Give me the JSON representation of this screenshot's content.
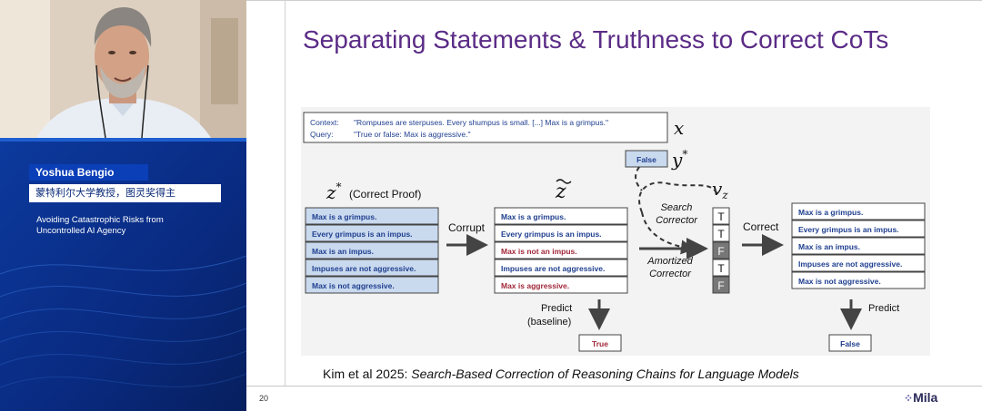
{
  "speaker": {
    "name": "Yoshua Bengio",
    "affiliation": "蒙特利尔大学教授，图灵奖得主",
    "talk_title_line1": "Avoiding Catastrophic Risks from",
    "talk_title_line2": "Uncontrolled AI Agency"
  },
  "slide": {
    "page_number": "20",
    "title": "Separating Statements & Truthness to Correct CoTs",
    "caption_prefix": "Kim et al 2025: ",
    "caption_title": "Search-Based Correction of Reasoning Chains for Language Models",
    "logo": "Mila"
  },
  "figure": {
    "context_label": "Context:",
    "context_text": "\"Rompuses are sterpuses. Every shumpus is small. [...] Max is a grimpus.\"",
    "query_label": "Query:",
    "query_text": "\"True or false: Max is aggressive.\"",
    "x_symbol": "x",
    "y_star": "y*",
    "y_value": "False",
    "z_star": "z*",
    "z_star_note": "(Correct Proof)",
    "z_tilde": "z̃",
    "v_z": "vz",
    "correct_proof": [
      "Max is a grimpus.",
      "Every grimpus is an impus.",
      "Max is an impus.",
      "Impuses are not aggressive.",
      "Max is not aggressive."
    ],
    "corrupted_proof": [
      "Max is a grimpus.",
      "Every grimpus is an impus.",
      "Max is not an impus.",
      "Impuses are not aggressive.",
      "Max is aggressive."
    ],
    "corrupted_flags": [
      false,
      false,
      true,
      false,
      true
    ],
    "corrected_proof": [
      "Max is a grimpus.",
      "Every grimpus is an impus.",
      "Max is an impus.",
      "Impuses are not aggressive.",
      "Max is not aggressive."
    ],
    "truth_values": [
      "T",
      "T",
      "F",
      "T",
      "F"
    ],
    "corrupt_label": "Corrupt",
    "correct_label": "Correct",
    "search_corrector_1": "Search",
    "search_corrector_2": "Corrector",
    "amortized_1": "Amortized",
    "amortized_2": "Corrector",
    "predict_baseline_1": "Predict",
    "predict_baseline_2": "(baseline)",
    "predict_label": "Predict",
    "baseline_output": "True",
    "corrected_output": "False"
  },
  "colors": {
    "title": "#5b2c86",
    "proof_text": "#1f3f8f",
    "corrupt_text": "#a0283a",
    "correct_box_fill": "#c9d9ee",
    "banner": "#0a2a78"
  }
}
